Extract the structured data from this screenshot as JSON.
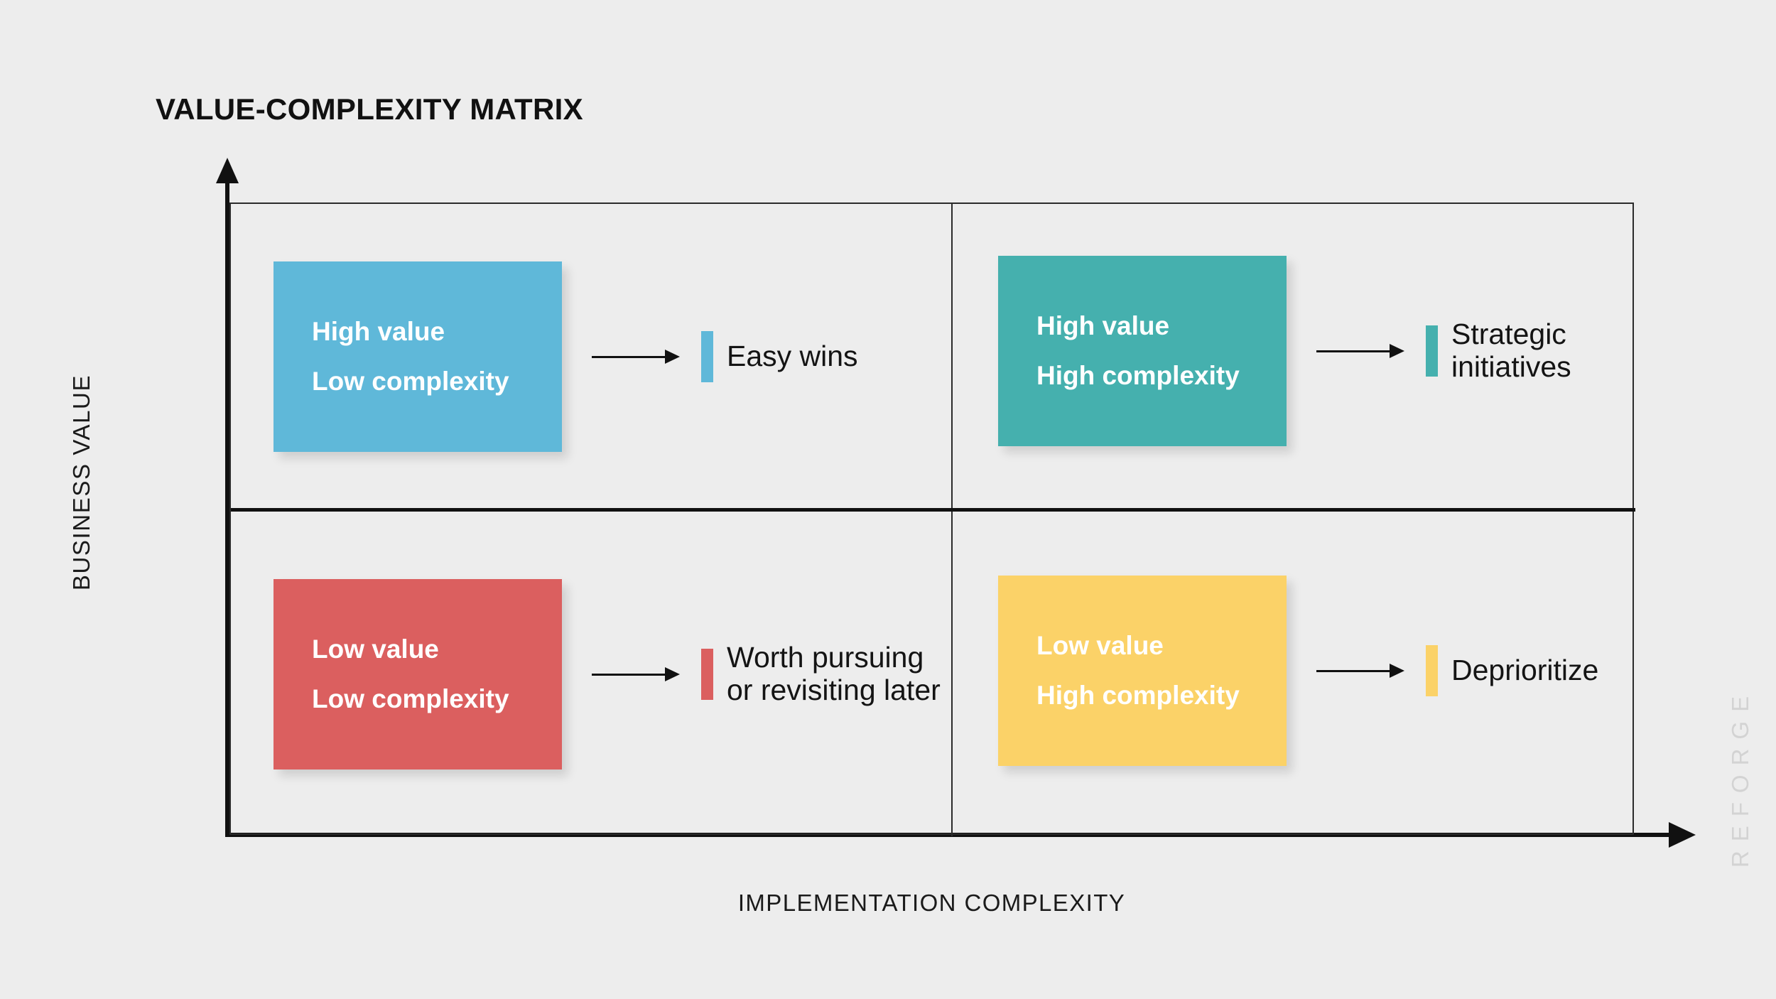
{
  "title": "VALUE-COMPLEXITY MATRIX",
  "axes": {
    "y_label": "BUSINESS VALUE",
    "x_label": "IMPLEMENTATION COMPLEXITY"
  },
  "watermark": "REFORGE",
  "colors": {
    "background": "#ededed",
    "axis": "#111111",
    "easy_wins": "#5fb8d9",
    "strategic_initiatives": "#45b0ae",
    "worth_pursuing": "#db5f5f",
    "deprioritize": "#fbd268"
  },
  "quadrants": [
    {
      "id": "top-left",
      "value_line": "High value",
      "complexity_line": "Low complexity",
      "outcome": "Easy wins",
      "color": "#5fb8d9"
    },
    {
      "id": "top-right",
      "value_line": "High value",
      "complexity_line": "High complexity",
      "outcome": "Strategic\ninitiatives",
      "color": "#45b0ae"
    },
    {
      "id": "bottom-left",
      "value_line": "Low value",
      "complexity_line": "Low complexity",
      "outcome": "Worth pursuing\nor revisiting later",
      "color": "#db5f5f"
    },
    {
      "id": "bottom-right",
      "value_line": "Low value",
      "complexity_line": "High complexity",
      "outcome": "Deprioritize",
      "color": "#fbd268"
    }
  ],
  "chart_data": {
    "type": "table",
    "title": "VALUE-COMPLEXITY MATRIX",
    "xlabel": "IMPLEMENTATION COMPLEXITY",
    "ylabel": "BUSINESS VALUE",
    "grid": true,
    "legend": "none",
    "categories": [
      "Low complexity",
      "High complexity"
    ],
    "rows": [
      "High value",
      "Low value"
    ],
    "cells": [
      {
        "x": "Low complexity",
        "y": "High value",
        "label": "Easy wins",
        "color": "#5fb8d9"
      },
      {
        "x": "High complexity",
        "y": "High value",
        "label": "Strategic initiatives",
        "color": "#45b0ae"
      },
      {
        "x": "Low complexity",
        "y": "Low value",
        "label": "Worth pursuing or revisiting later",
        "color": "#db5f5f"
      },
      {
        "x": "High complexity",
        "y": "Low value",
        "label": "Deprioritize",
        "color": "#fbd268"
      }
    ]
  }
}
